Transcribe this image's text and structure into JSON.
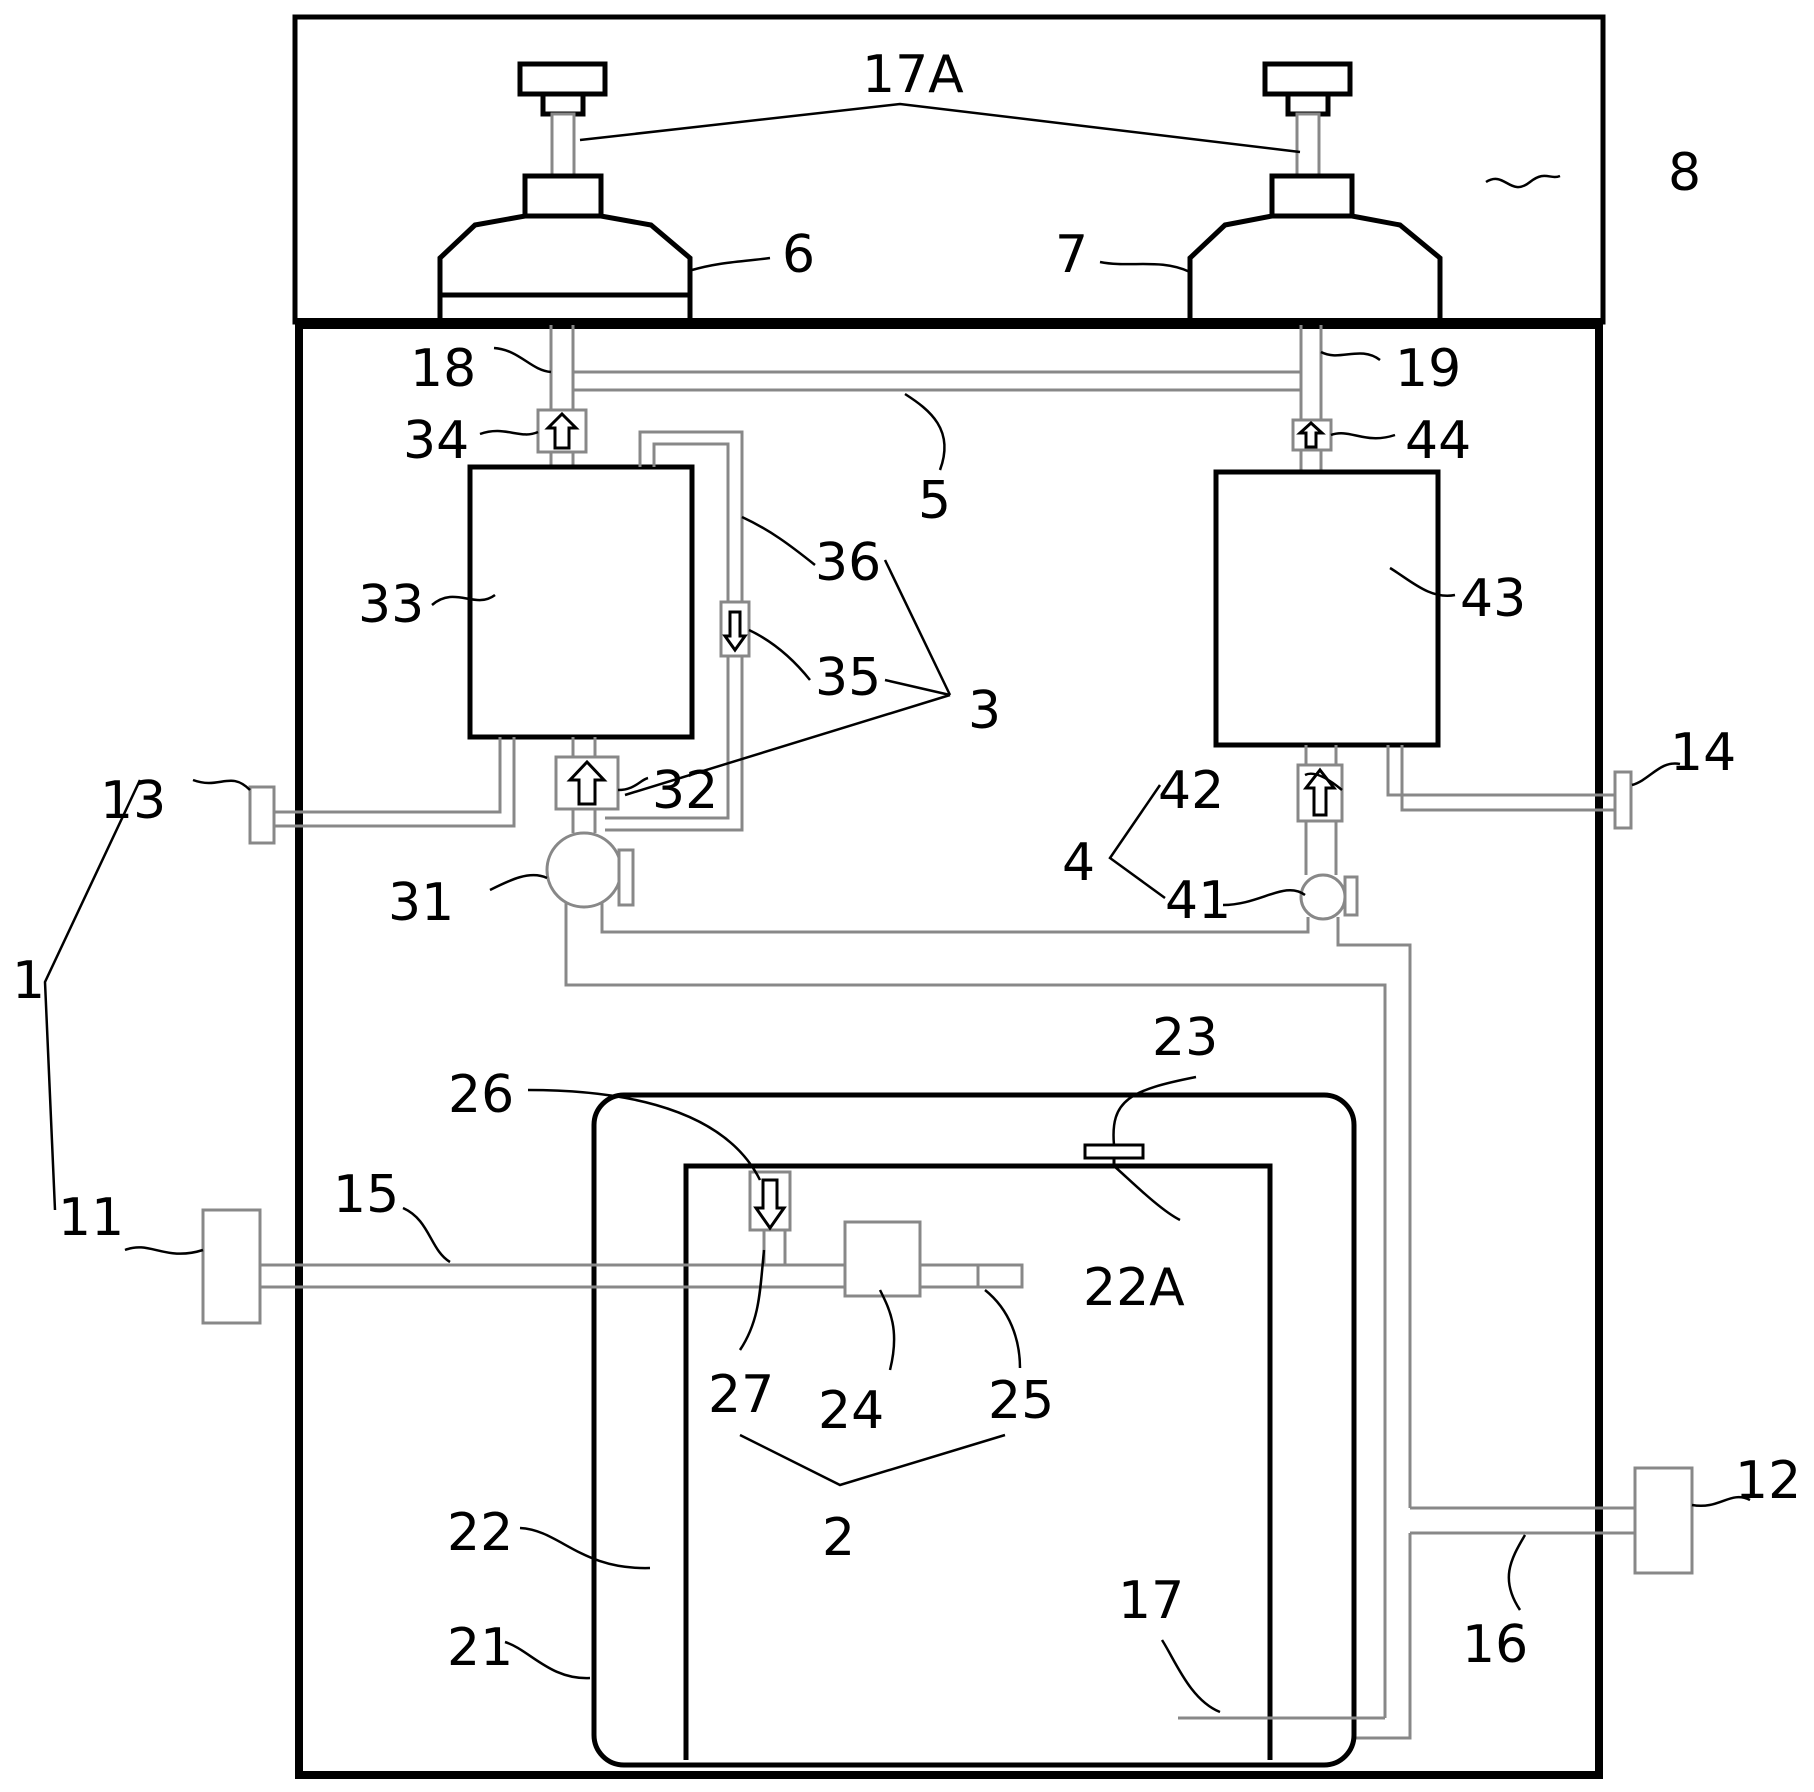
{
  "labels": {
    "l17A": "17A",
    "l8": "8",
    "l6": "6",
    "l7": "7",
    "l18": "18",
    "l19": "19",
    "l34": "34",
    "l44": "44",
    "l5": "5",
    "l36": "36",
    "l33": "33",
    "l43": "43",
    "l35": "35",
    "l3": "3",
    "l14": "14",
    "l13": "13",
    "l32": "32",
    "l42": "42",
    "l4": "4",
    "l31": "31",
    "l41": "41",
    "l1": "1",
    "l23": "23",
    "l26": "26",
    "l15": "15",
    "l11": "11",
    "l22A": "22A",
    "l27": "27",
    "l24": "24",
    "l25": "25",
    "l2": "2",
    "l12": "12",
    "l22": "22",
    "l21": "21",
    "l17": "17",
    "l16": "16"
  }
}
